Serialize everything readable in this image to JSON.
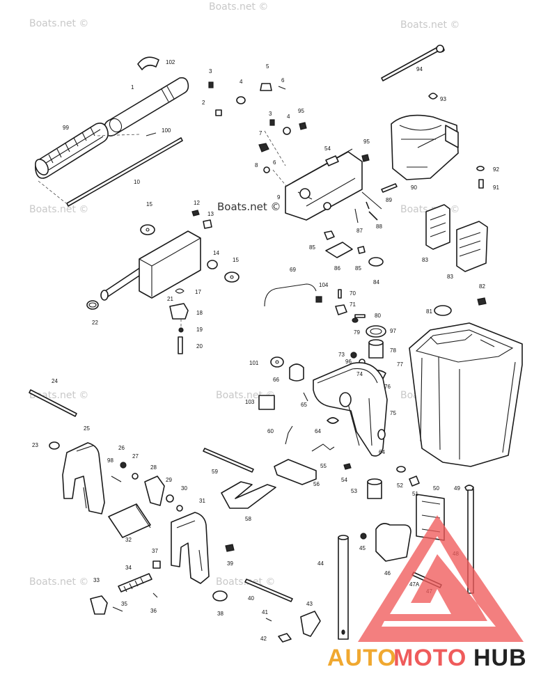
{
  "watermarks": {
    "text": "Boats.net ©",
    "positions": "repeated across page"
  },
  "logo": {
    "auto": "AUTO",
    "moto": "MOTO",
    "hub": "HUB",
    "colors": {
      "auto": "#f0a830",
      "moto": "#ef5b5b",
      "hub": "#222222",
      "triangle": "#ef5b5b"
    }
  },
  "callouts": {
    "c1": "1",
    "c2": "2",
    "c3": "3",
    "c3b": "3",
    "c4": "4",
    "c4b": "4",
    "c5": "5",
    "c6": "6",
    "c6b": "6",
    "c7": "7",
    "c8": "8",
    "c9": "9",
    "c10": "10",
    "c12": "12",
    "c13": "13",
    "c14": "14",
    "c15": "15",
    "c15b": "15",
    "c17": "17",
    "c18": "18",
    "c19": "19",
    "c20": "20",
    "c21": "21",
    "c22": "22",
    "c23": "23",
    "c24": "24",
    "c25": "25",
    "c26": "26",
    "c27": "27",
    "c28": "28",
    "c29": "29",
    "c30": "30",
    "c31": "31",
    "c32": "32",
    "c33": "33",
    "c34": "34",
    "c35": "35",
    "c36": "36",
    "c37": "37",
    "c38": "38",
    "c39": "39",
    "c40": "40",
    "c41": "41",
    "c42": "42",
    "c43": "43",
    "c44": "44",
    "c45": "45",
    "c46": "46",
    "c47": "47",
    "c47a": "47A",
    "c48": "48",
    "c49": "49",
    "c50": "50",
    "c51": "51",
    "c52": "52",
    "c53": "53",
    "c54": "54",
    "c54b": "54",
    "c55": "55",
    "c56": "56",
    "c58": "58",
    "c59": "59",
    "c60": "60",
    "c64": "64",
    "c64b": "64",
    "c65": "65",
    "c66": "66",
    "c69": "69",
    "c70": "70",
    "c71": "71",
    "c73": "73",
    "c74": "74",
    "c75": "75",
    "c76": "76",
    "c77": "77",
    "c78": "78",
    "c79": "79",
    "c80": "80",
    "c81": "81",
    "c82": "82",
    "c83": "83",
    "c83b": "83",
    "c84": "84",
    "c85": "85",
    "c85b": "85",
    "c86": "86",
    "c87": "87",
    "c88": "88",
    "c89": "89",
    "c90": "90",
    "c91": "91",
    "c92": "92",
    "c93": "93",
    "c94": "94",
    "c95": "95",
    "c95b": "95",
    "c96": "96",
    "c97": "97",
    "c98": "98",
    "c99": "99",
    "c100": "100",
    "c101": "101",
    "c102": "102",
    "c103": "103",
    "c104": "104"
  }
}
